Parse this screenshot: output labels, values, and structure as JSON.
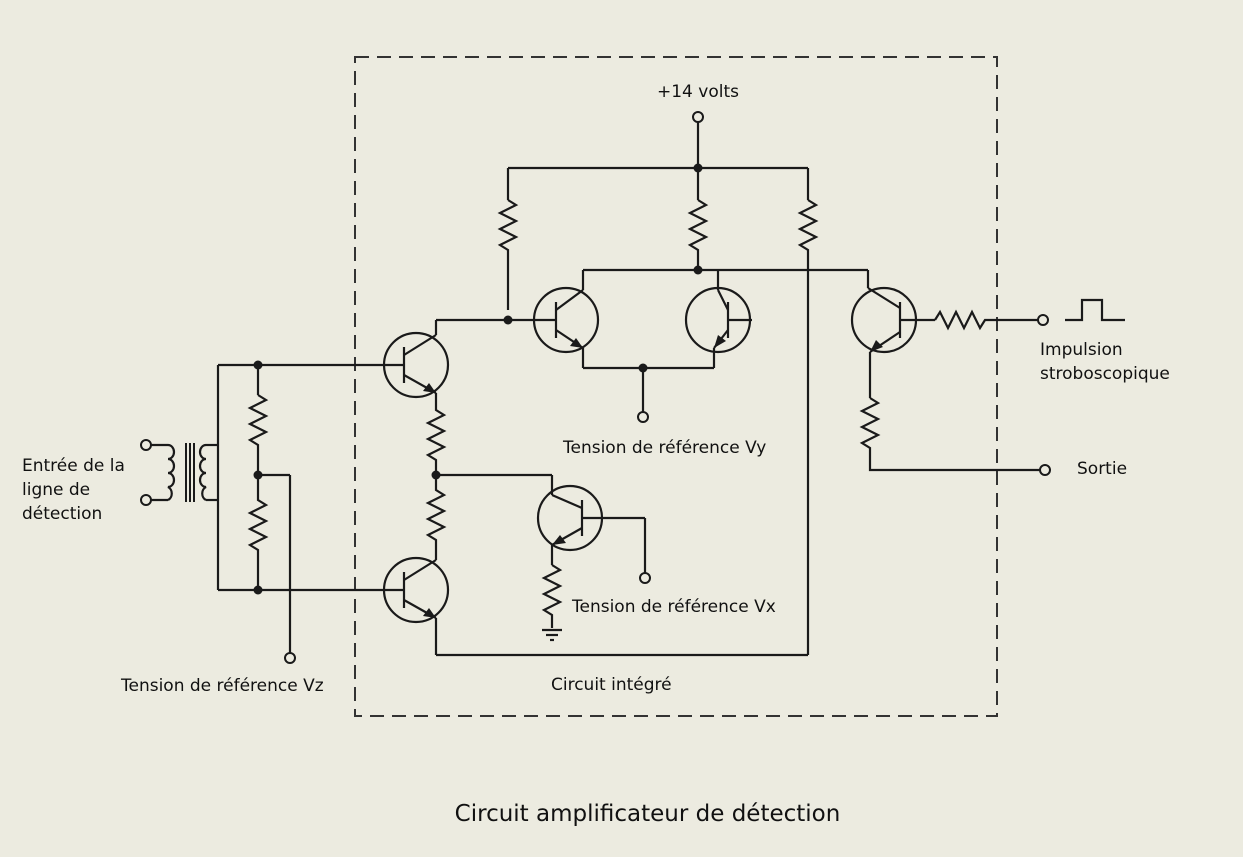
{
  "title": "Circuit amplificateur de détection",
  "labels": {
    "supply": "+14 volts",
    "input": [
      "Entrée de la",
      "ligne de",
      "détection"
    ],
    "ref_vz": "Tension de référence Vz",
    "ref_vy": "Tension de référence Vy",
    "ref_vx": "Tension de référence Vx",
    "strobe": [
      "Impulsion",
      "stroboscopique"
    ],
    "output": "Sortie",
    "ic": "Circuit intégré"
  }
}
